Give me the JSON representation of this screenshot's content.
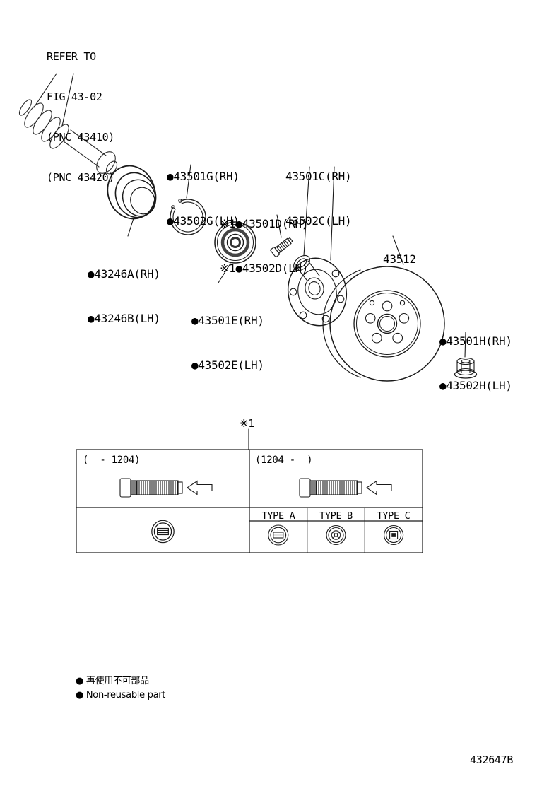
{
  "page": {
    "background": "#ffffff",
    "ink": "#1a1a1a",
    "doc_number": "432647B"
  },
  "refer_note": {
    "lines": [
      "REFER TO",
      "FIG 43-02",
      "(PNC 43410)",
      "(PNC 43420)"
    ]
  },
  "part_labels": {
    "snap_ring": {
      "rh": "●43501G(RH)",
      "lh": "●43502G(LH)"
    },
    "hub_bearing": {
      "rh": "43501C(RH)",
      "lh": "43502C(LH)"
    },
    "hub_bolt": {
      "rh": "※1●43501D(RH)",
      "lh": "※1●43502D(LH)"
    },
    "disc": {
      "number": "43512"
    },
    "dust_deflector": {
      "rh": "●43246A(RH)",
      "lh": "●43246B(LH)"
    },
    "bearing": {
      "rh": "●43501E(RH)",
      "lh": "●43502E(LH)"
    },
    "hub_nut": {
      "rh": "●43501H(RH)",
      "lh": "●43502H(LH)"
    }
  },
  "variant_table": {
    "ref_mark": "※1",
    "columns": [
      {
        "header": "(  - 1204)"
      },
      {
        "header": "(1204 -  )"
      }
    ],
    "type_headers": [
      "TYPE A",
      "TYPE B",
      "TYPE C"
    ]
  },
  "legend": {
    "jp": "● 再使用不可部品",
    "en": "● Non-reusable part"
  },
  "parts_shown": [
    "drive-shaft-sketch",
    "dust-deflector",
    "snap-ring",
    "hub-bearing-assembly",
    "hub-stud-bolt",
    "wheel-bearing",
    "brake-disc",
    "lock-nut",
    "stud-bolt-variants",
    "washer-nut-variants"
  ]
}
